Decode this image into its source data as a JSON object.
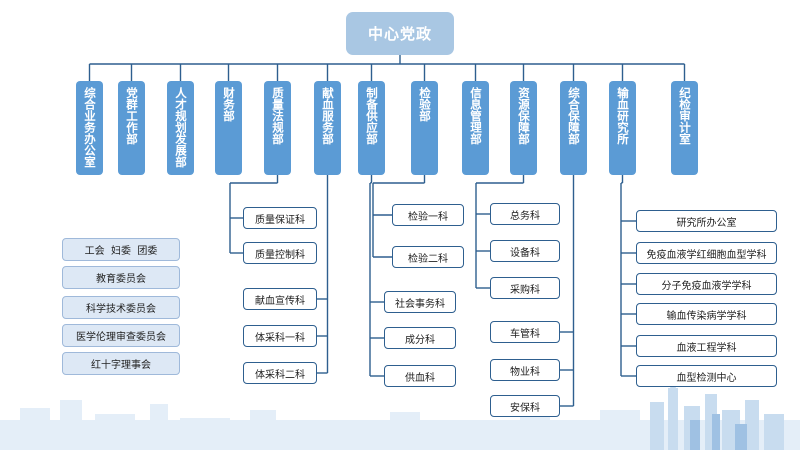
{
  "root": "中心党政",
  "departments": [
    {
      "id": "d1",
      "name": "综合业务办公室"
    },
    {
      "id": "d2",
      "name": "党群工作部"
    },
    {
      "id": "d3",
      "name": "人才规划发展部"
    },
    {
      "id": "d4",
      "name": "财务部"
    },
    {
      "id": "d5",
      "name": "质量法规部",
      "children": [
        "质量保证科",
        "质量控制科"
      ]
    },
    {
      "id": "d6",
      "name": "献血服务部",
      "children": [
        "献血宣传科",
        "体采科一科",
        "体采科二科"
      ]
    },
    {
      "id": "d7",
      "name": "制备供应部",
      "children": [
        "社会事务科",
        "成分科",
        "供血科"
      ]
    },
    {
      "id": "d8",
      "name": "检验部",
      "children": [
        "检验一科",
        "检验二科"
      ]
    },
    {
      "id": "d9",
      "name": "信息管理部"
    },
    {
      "id": "d10",
      "name": "资源保障部",
      "children": [
        "总务科",
        "设备科",
        "采购科"
      ]
    },
    {
      "id": "d11",
      "name": "综合保障部",
      "children": [
        "车管科",
        "物业科",
        "安保科"
      ]
    },
    {
      "id": "d12",
      "name": "输血研究所",
      "children": [
        "研究所办公室",
        "免疫血液学红细胞血型学科",
        "分子免疫血液学学科",
        "输血传染病学学科",
        "血液工程学科",
        "血型检测中心"
      ]
    },
    {
      "id": "d13",
      "name": "纪检审计室"
    }
  ],
  "committees": [
    "工会  妇委  团委",
    "教育委员会",
    "科学技术委员会",
    "医学伦理审查委员会",
    "红十字理事会"
  ],
  "colors": {
    "root": "#a9c7e3",
    "dept": "#5b9bd5",
    "line": "#2e5f8f",
    "committee_bg": "#dde8f5"
  }
}
